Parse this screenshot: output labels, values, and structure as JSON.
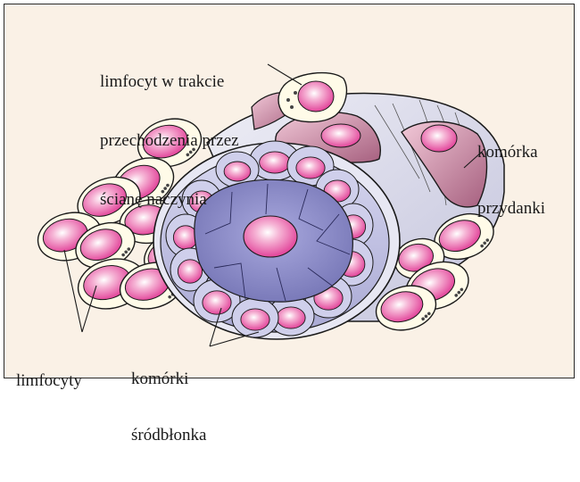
{
  "figure": {
    "labels": {
      "migrating_lymphocyte": [
        "limfocyt w trakcie",
        "przechodzenia przez",
        "ścianę naczynia"
      ],
      "adventitial_cell": [
        "komórka",
        "przydanki"
      ],
      "lymphocytes": "limfocyty",
      "endothelial_cells": [
        "komórki",
        "śródbłonka"
      ]
    }
  },
  "colors": {
    "background": "#faf1e6",
    "vessel_wall": "#dcdcec",
    "lumen": "#8f8fc8",
    "cell_nucleus": "#e9559f",
    "cell_body": "#fffbe8",
    "adventitia": "#c77e9a",
    "outline": "#1a1a1a"
  }
}
